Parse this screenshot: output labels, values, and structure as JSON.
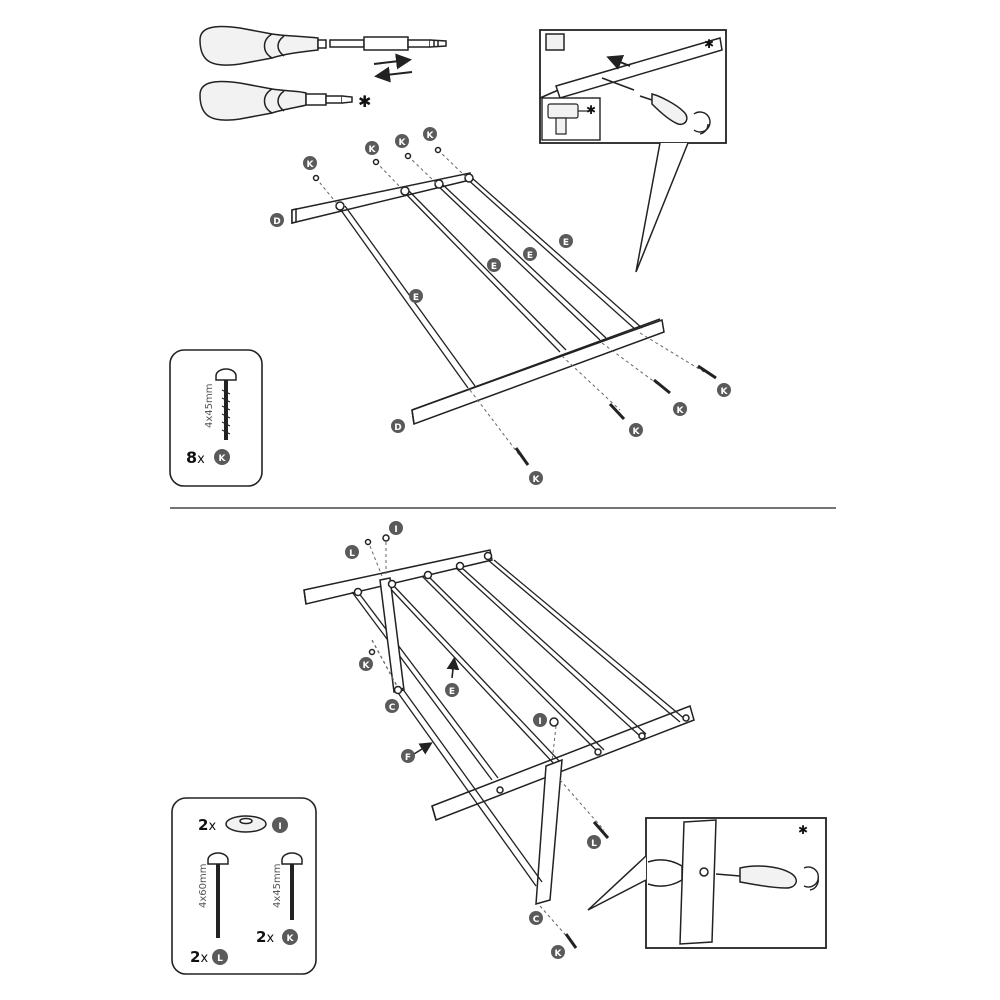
{
  "labels": {
    "D": "D",
    "E": "E",
    "K": "K",
    "L": "L",
    "I": "I",
    "C": "C",
    "F": "F"
  },
  "step1": {
    "parts_box": {
      "dimension": "4x45mm",
      "quantity_number": "8",
      "quantity_suffix": "x",
      "part": "K"
    },
    "tool_marker": "✱"
  },
  "step2": {
    "parts_box": {
      "washer_qty_number": "2",
      "washer_qty_suffix": "x",
      "washer_part": "I",
      "screw_long_dimension": "4x60mm",
      "screw_long_qty_number": "2",
      "screw_long_qty_suffix": "x",
      "screw_long_part": "L",
      "screw_short_dimension": "4x45mm",
      "screw_short_qty_number": "2",
      "screw_short_qty_suffix": "x",
      "screw_short_part": "K"
    },
    "tool_marker": "✱"
  },
  "colors": {
    "line": "#222222",
    "label_fill": "#5a5a5a",
    "label_text": "#ffffff",
    "part_fill": "#ffffff",
    "handle_fill": "#f2f2f2"
  },
  "icons": [
    "screwdriver-icon",
    "bit-icon",
    "swap-arrows-icon",
    "drill-icon",
    "rotate-icon",
    "star-icon"
  ]
}
